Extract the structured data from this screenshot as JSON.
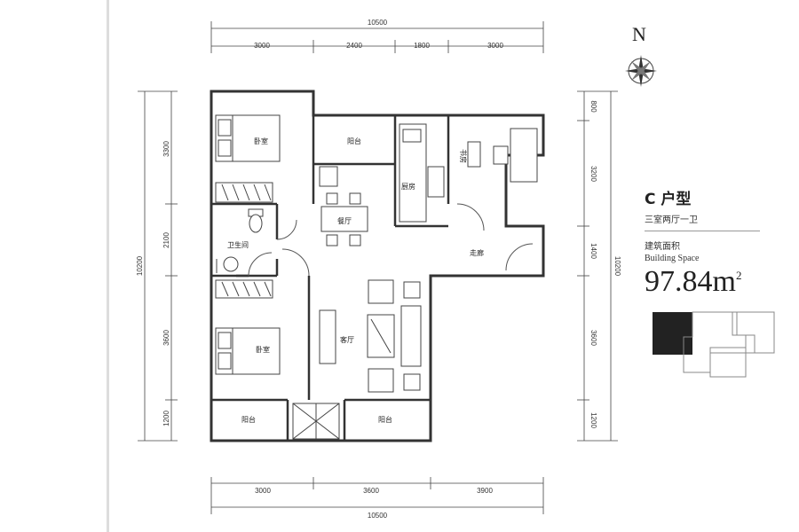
{
  "unit": {
    "title": "C 户型",
    "description": "三室两厅一卫",
    "area_label_cn": "建筑面积",
    "area_label_en": "Building Space",
    "area_value": "97.84m",
    "area_unit_sup": "2"
  },
  "compass": {
    "label": "N"
  },
  "dimensions": {
    "top_total": "10500",
    "top_segments": [
      "3000",
      "2400",
      "1800",
      "3000"
    ],
    "bottom_total": "10500",
    "bottom_segments": [
      "3000",
      "3600",
      "3900"
    ],
    "left_total": "10200",
    "left_segments": [
      "3300",
      "2100",
      "3600",
      "1200"
    ],
    "right_total": "10200",
    "right_segments": [
      "800",
      "3200",
      "1400",
      "3600",
      "1200"
    ]
  },
  "rooms": {
    "bedroom_1": "卧室",
    "bedroom_2": "卧室",
    "bedroom_3": "书房",
    "balcony_top": "阳台",
    "balcony_bottom_left": "阳台",
    "balcony_bottom_right": "阳台",
    "dining": "餐厅",
    "kitchen": "厨房",
    "bathroom": "卫生间",
    "corridor": "走廊",
    "living": "客厅"
  },
  "colors": {
    "line": "#333333",
    "background": "#ffffff",
    "keyplan_fill": "#222222"
  }
}
